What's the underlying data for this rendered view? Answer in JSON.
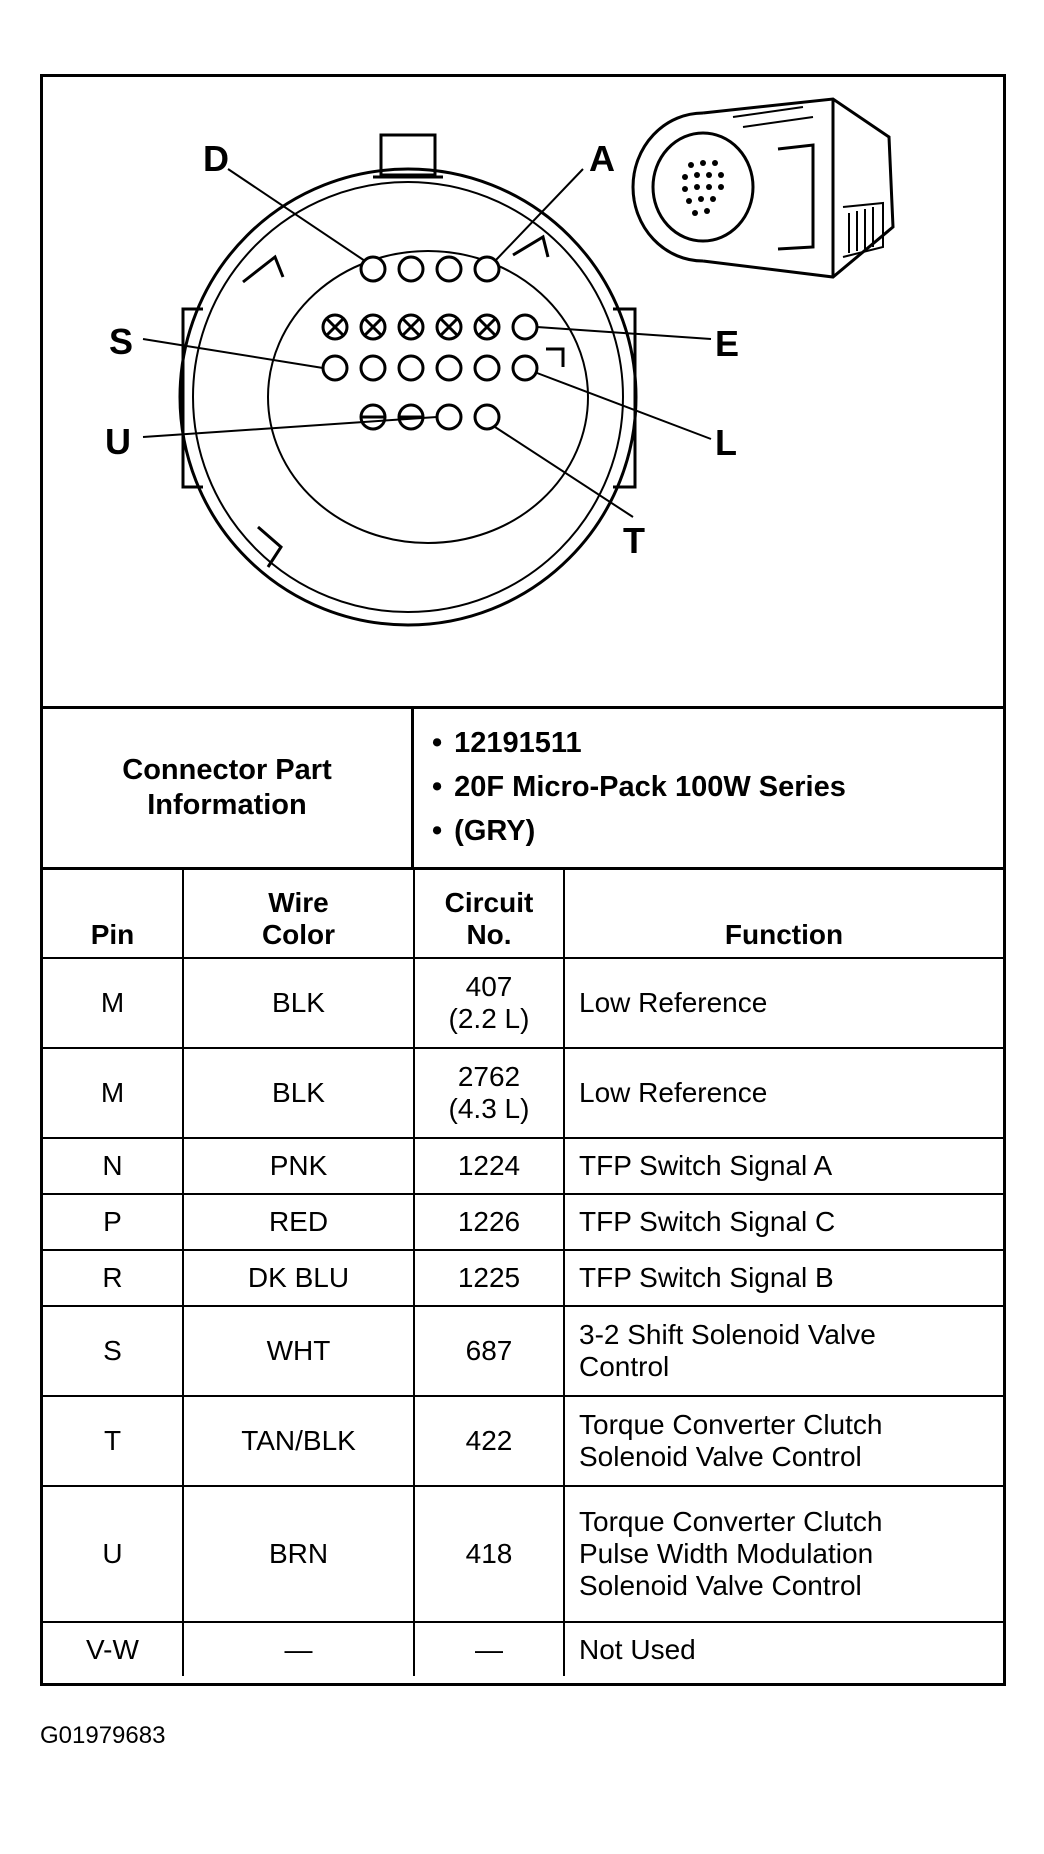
{
  "diagram": {
    "pin_labels": [
      "D",
      "A",
      "S",
      "E",
      "U",
      "L",
      "T"
    ]
  },
  "connector_info": {
    "label": "Connector Part\nInformation",
    "items": [
      "12191511",
      "20F Micro-Pack 100W Series",
      "(GRY)"
    ]
  },
  "table": {
    "headers": [
      "Pin",
      "Wire\nColor",
      "Circuit\nNo.",
      "Function"
    ],
    "rows": [
      {
        "pin": "M",
        "color": "BLK",
        "circuit": "407\n(2.2 L)",
        "function": "Low Reference"
      },
      {
        "pin": "M",
        "color": "BLK",
        "circuit": "2762\n(4.3 L)",
        "function": "Low Reference"
      },
      {
        "pin": "N",
        "color": "PNK",
        "circuit": "1224",
        "function": "TFP Switch Signal A"
      },
      {
        "pin": "P",
        "color": "RED",
        "circuit": "1226",
        "function": "TFP Switch Signal C"
      },
      {
        "pin": "R",
        "color": "DK BLU",
        "circuit": "1225",
        "function": "TFP Switch Signal B"
      },
      {
        "pin": "S",
        "color": "WHT",
        "circuit": "687",
        "function": "3-2 Shift Solenoid Valve\nControl"
      },
      {
        "pin": "T",
        "color": "TAN/BLK",
        "circuit": "422",
        "function": "Torque Converter Clutch\nSolenoid Valve Control"
      },
      {
        "pin": "U",
        "color": "BRN",
        "circuit": "418",
        "function": "Torque Converter Clutch\nPulse Width Modulation\nSolenoid Valve Control"
      },
      {
        "pin": "V-W",
        "color": "—",
        "circuit": "—",
        "function": "Not Used"
      }
    ]
  },
  "figure_code": "G01979683"
}
